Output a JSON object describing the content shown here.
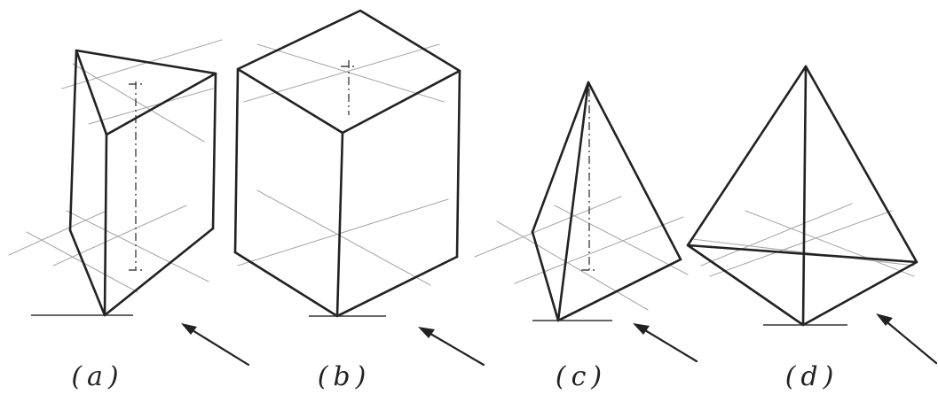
{
  "figures": [
    {
      "key": "a",
      "caption": "(a)"
    },
    {
      "key": "b",
      "caption": "(b)"
    },
    {
      "key": "c",
      "caption": "(c)"
    },
    {
      "key": "d",
      "caption": "(d)"
    }
  ]
}
